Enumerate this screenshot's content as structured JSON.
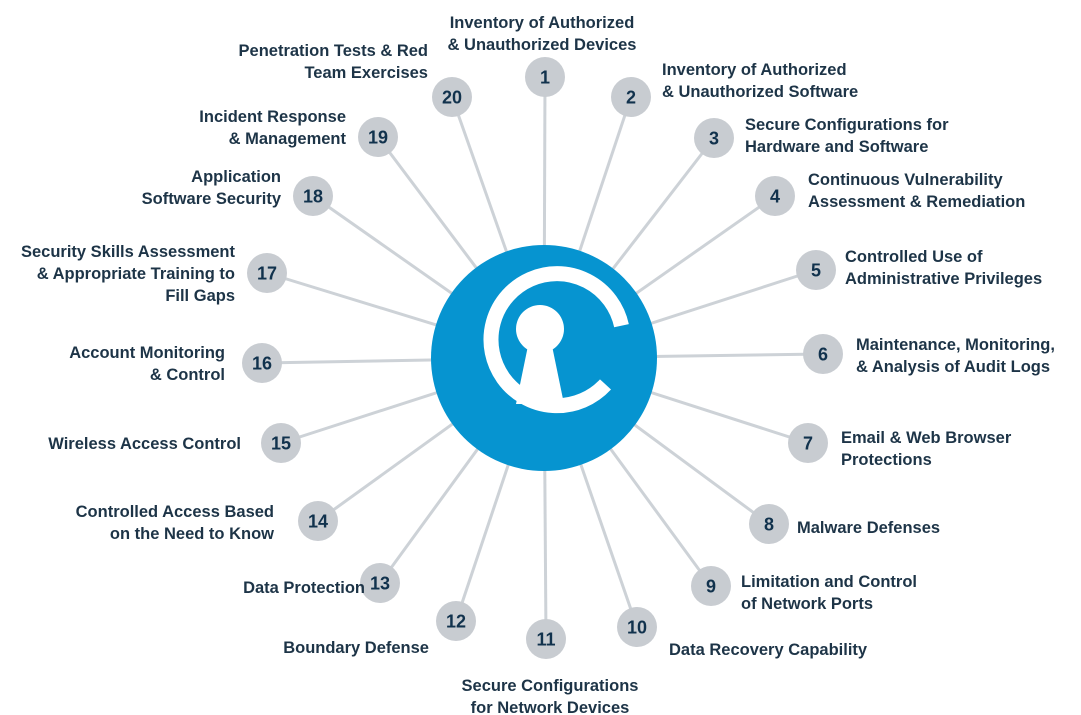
{
  "colors": {
    "hub": "#0694d0",
    "hub_ring": "#ffffff",
    "spoke_line": "#cdd2d7",
    "badge_fill": "#c8ccd1",
    "number_text": "#11324d",
    "label_text": "#1d3447"
  },
  "hub": {
    "icon": "keyhole-lock-icon"
  },
  "controls": [
    {
      "number": "1",
      "lines": [
        "Inventory of Authorized",
        "& Unauthorized Devices"
      ]
    },
    {
      "number": "2",
      "lines": [
        "Inventory of Authorized",
        "& Unauthorized Software"
      ]
    },
    {
      "number": "3",
      "lines": [
        "Secure Configurations for",
        "Hardware and Software"
      ]
    },
    {
      "number": "4",
      "lines": [
        "Continuous Vulnerability",
        "Assessment & Remediation"
      ]
    },
    {
      "number": "5",
      "lines": [
        "Controlled Use of",
        "Administrative Privileges"
      ]
    },
    {
      "number": "6",
      "lines": [
        "Maintenance, Monitoring,",
        "& Analysis of Audit Logs"
      ]
    },
    {
      "number": "7",
      "lines": [
        "Email & Web Browser",
        "Protections"
      ]
    },
    {
      "number": "8",
      "lines": [
        "Malware Defenses"
      ]
    },
    {
      "number": "9",
      "lines": [
        "Limitation and Control",
        "of Network Ports"
      ]
    },
    {
      "number": "10",
      "lines": [
        "Data Recovery Capability"
      ]
    },
    {
      "number": "11",
      "lines": [
        "Secure Configurations",
        "for Network Devices"
      ]
    },
    {
      "number": "12",
      "lines": [
        "Boundary Defense"
      ]
    },
    {
      "number": "13",
      "lines": [
        "Data Protection"
      ]
    },
    {
      "number": "14",
      "lines": [
        "Controlled Access Based",
        "on the Need to Know"
      ]
    },
    {
      "number": "15",
      "lines": [
        "Wireless Access Control"
      ]
    },
    {
      "number": "16",
      "lines": [
        "Account Monitoring",
        "& Control"
      ]
    },
    {
      "number": "17",
      "lines": [
        "Security Skills Assessment",
        "& Appropriate Training to",
        "Fill Gaps"
      ]
    },
    {
      "number": "18",
      "lines": [
        "Application",
        "Software Security"
      ]
    },
    {
      "number": "19",
      "lines": [
        "Incident Response",
        "& Management"
      ]
    },
    {
      "number": "20",
      "lines": [
        "Penetration Tests & Red",
        "Team Exercises"
      ]
    }
  ]
}
